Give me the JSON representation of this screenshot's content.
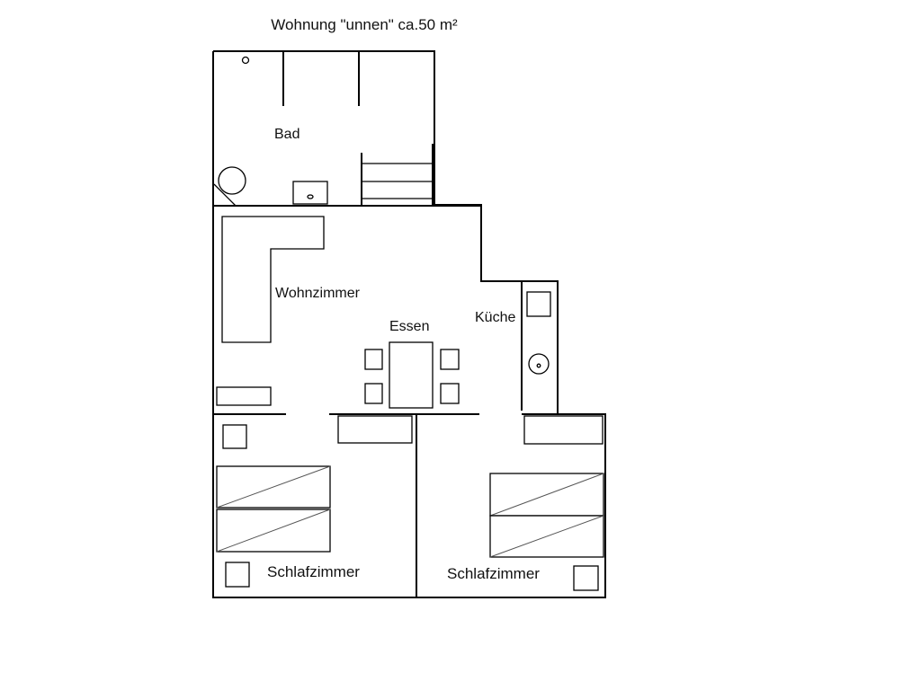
{
  "plan": {
    "title": "Wohnung \"unnen\" ca.50 m²"
  },
  "rooms": {
    "bad": "Bad",
    "wohnzimmer": "Wohnzimmer",
    "essen": "Essen",
    "kueche": "Küche",
    "schlafzimmer_left": "Schlafzimmer",
    "schlafzimmer_right": "Schlafzimmer"
  }
}
